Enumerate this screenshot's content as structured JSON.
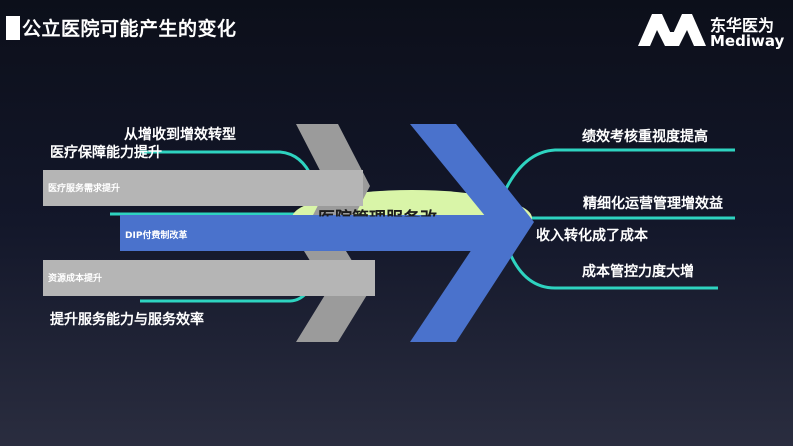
{
  "header": {
    "title": "公立医院可能产生的变化",
    "logo_cn": "东华医为",
    "logo_en": "Mediway"
  },
  "center": {
    "oval_label": "医院管理服务改"
  },
  "left_labels": {
    "top_heading": "从增收到增效转型",
    "top_sub": "医疗保障能力提升",
    "bottom_heading": "提升服务能力与服务效率"
  },
  "arrows": {
    "grey_top": "医疗服务需求提升",
    "blue": "DIP付费制改革",
    "grey_bottom": "资源成本提升"
  },
  "right_labels": {
    "r1": "绩效考核重视度提高",
    "r2": "精细化运营管理增效益",
    "r3": "收入转化成了成本",
    "r4": "成本管控力度大增"
  },
  "colors": {
    "teal": "#2ed3c0",
    "oval": "#d9f5a8",
    "blue": "#4a72cc",
    "grey": "#9b9b9b",
    "grey_light": "#b5b5b5"
  }
}
